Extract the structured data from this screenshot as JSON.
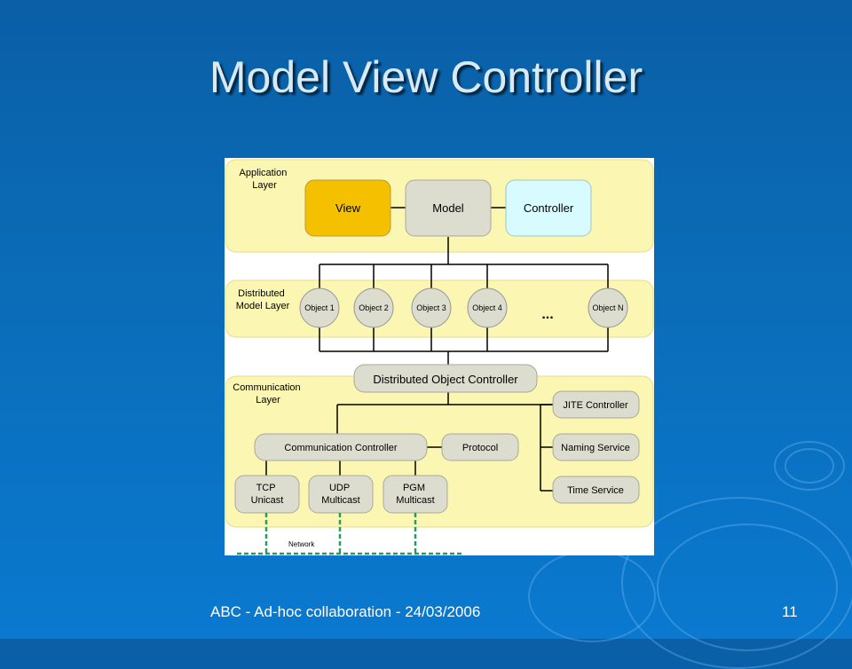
{
  "slide": {
    "title": "Model View Controller",
    "footer": "ABC - Ad-hoc collaboration - 24/03/2006",
    "page_number": "11"
  },
  "diagram": {
    "layers": {
      "application": [
        "Application",
        "Layer"
      ],
      "distributed": [
        "Distributed",
        "Model Layer"
      ],
      "communication": [
        "Communication",
        "Layer"
      ]
    },
    "app_boxes": {
      "view": "View",
      "model": "Model",
      "controller": "Controller"
    },
    "objects": [
      "Object 1",
      "Object 2",
      "Object 3",
      "Object 4",
      "Object N"
    ],
    "ellipsis": "...",
    "distributed_controller": "Distributed Object Controller",
    "services": [
      "JITE Controller",
      "Naming Service",
      "Time Service"
    ],
    "comm_controller": "Communication Controller",
    "protocol": "Protocol",
    "transports": [
      [
        "TCP",
        "Unicast"
      ],
      [
        "UDP",
        "Multicast"
      ],
      [
        "PGM",
        "Multicast"
      ]
    ],
    "network": "Network"
  },
  "colors": {
    "layer_bg": "#fbf7b3",
    "box_gray": "#dcdccf",
    "view_fill": "#f5c000",
    "controller_fill": "#d8fbff",
    "network_line": "#2c9a5a"
  }
}
